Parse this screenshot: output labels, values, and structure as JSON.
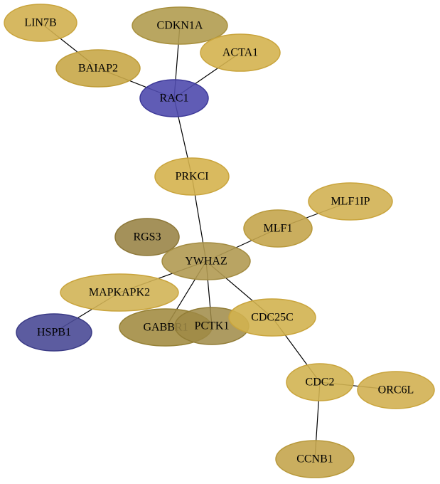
{
  "colors": {
    "background": "#ffffff",
    "edge": "#000000",
    "label": "#000000"
  },
  "nodes": [
    {
      "id": "LIN7B",
      "label": "LIN7B",
      "fill": "#d1b050",
      "stroke": "#c9a43c",
      "opacity": 0.9
    },
    {
      "id": "CDKN1A",
      "label": "CDKN1A",
      "fill": "#b19c50",
      "stroke": "#a8903e",
      "opacity": 0.9
    },
    {
      "id": "ACTA1",
      "label": "ACTA1",
      "fill": "#d4b24f",
      "stroke": "#c9a43c",
      "opacity": 0.9
    },
    {
      "id": "BAIAP2",
      "label": "BAIAP2",
      "fill": "#c8a748",
      "stroke": "#bf9c38",
      "opacity": 0.9
    },
    {
      "id": "RAC1",
      "label": "RAC1",
      "fill": "#4f4aad",
      "stroke": "#3e3a99",
      "opacity": 0.9
    },
    {
      "id": "PRKCI",
      "label": "PRKCI",
      "fill": "#d5b34e",
      "stroke": "#c9a43c",
      "opacity": 0.9
    },
    {
      "id": "MLF1IP",
      "label": "MLF1IP",
      "fill": "#d2b153",
      "stroke": "#c9a43c",
      "opacity": 0.9
    },
    {
      "id": "MLF1",
      "label": "MLF1",
      "fill": "#c4a54c",
      "stroke": "#b8993c",
      "opacity": 0.9
    },
    {
      "id": "RGS3",
      "label": "RGS3",
      "fill": "#9a8548",
      "stroke": "#8d7839",
      "opacity": 0.9
    },
    {
      "id": "YWHAZ",
      "label": "YWHAZ",
      "fill": "#b19a52",
      "stroke": "#a38c42",
      "opacity": 0.9
    },
    {
      "id": "MAPKAPK2",
      "label": "MAPKAPK2",
      "fill": "#d2b457",
      "stroke": "#c9a43c",
      "opacity": 0.9
    },
    {
      "id": "HSPB1",
      "label": "HSPB1",
      "fill": "#4a4a96",
      "stroke": "#3a3a85",
      "opacity": 0.9
    },
    {
      "id": "GABBR1",
      "label": "GABBR1",
      "fill": "#a38d44",
      "stroke": "#958035",
      "opacity": 0.9
    },
    {
      "id": "PCTK1",
      "label": "PCTK1",
      "fill": "#9f8a45",
      "stroke": "#917c36",
      "opacity": 0.85
    },
    {
      "id": "CDC25C",
      "label": "CDC25C",
      "fill": "#d2b250",
      "stroke": "#c9a43c",
      "opacity": 0.9
    },
    {
      "id": "CDC2",
      "label": "CDC2",
      "fill": "#d2b452",
      "stroke": "#c9a43c",
      "opacity": 0.9
    },
    {
      "id": "ORC6L",
      "label": "ORC6L",
      "fill": "#d1b052",
      "stroke": "#c9a43c",
      "opacity": 0.9
    },
    {
      "id": "CCNB1",
      "label": "CCNB1",
      "fill": "#c4a54e",
      "stroke": "#b8993c",
      "opacity": 0.9
    }
  ],
  "edges": [
    {
      "source": "LIN7B",
      "target": "BAIAP2"
    },
    {
      "source": "BAIAP2",
      "target": "RAC1"
    },
    {
      "source": "CDKN1A",
      "target": "RAC1"
    },
    {
      "source": "ACTA1",
      "target": "RAC1"
    },
    {
      "source": "RAC1",
      "target": "PRKCI"
    },
    {
      "source": "PRKCI",
      "target": "YWHAZ"
    },
    {
      "source": "MLF1IP",
      "target": "MLF1"
    },
    {
      "source": "MLF1",
      "target": "YWHAZ"
    },
    {
      "source": "YWHAZ",
      "target": "MAPKAPK2"
    },
    {
      "source": "MAPKAPK2",
      "target": "HSPB1"
    },
    {
      "source": "YWHAZ",
      "target": "GABBR1"
    },
    {
      "source": "YWHAZ",
      "target": "PCTK1"
    },
    {
      "source": "YWHAZ",
      "target": "CDC25C"
    },
    {
      "source": "CDC25C",
      "target": "CDC2"
    },
    {
      "source": "CDC2",
      "target": "ORC6L"
    },
    {
      "source": "CDC2",
      "target": "CCNB1"
    }
  ]
}
